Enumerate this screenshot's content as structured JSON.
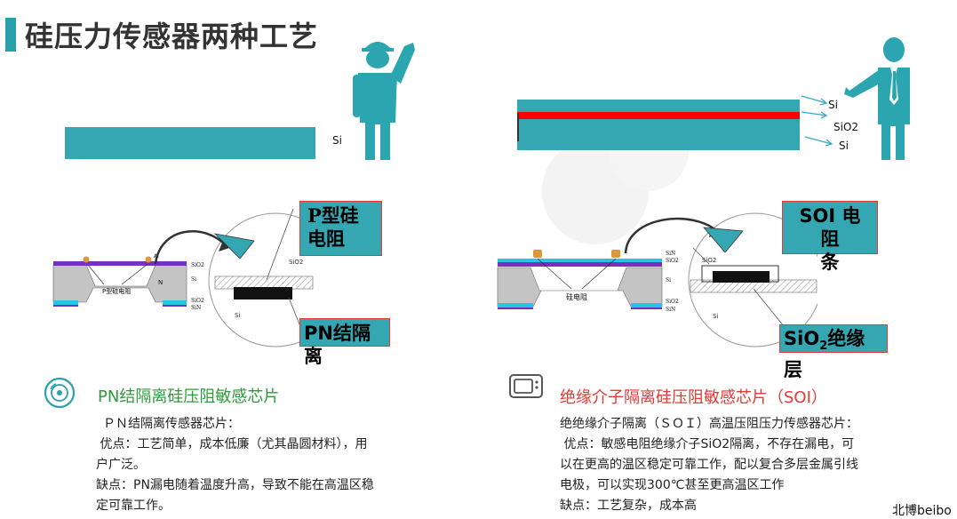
{
  "title": "硅压力传感器两种工艺",
  "left_top": {
    "si_label": "Si"
  },
  "right_top": {
    "si_top": "Si",
    "sio2": "SiO2",
    "si_bottom": "Si"
  },
  "left_diagram": {
    "layer_labels": [
      "SiO2",
      "Si",
      "SiO2",
      "SiN"
    ],
    "resistor_label": "P型硅电阻",
    "n_label": "N",
    "al_label": "Al",
    "zoom_sio2": "SiO2",
    "zoom_si": "Si",
    "callout_top": "P型硅\n电阻",
    "callout_bottom": "PN结隔离"
  },
  "right_diagram": {
    "layer_labels": [
      "SiN",
      "SiO2",
      "Si",
      "SiO2",
      "SiN"
    ],
    "resistor_label": "硅电阻",
    "zoom_sio2": "SiO2",
    "zoom_si": "Si",
    "callout_top": "SOI 电阻\n条",
    "callout_bottom_pre": "SiO",
    "callout_bottom_sub": "2",
    "callout_bottom_post": "绝缘层"
  },
  "left_section": {
    "heading": "PN结隔离硅压阻敏感芯片",
    "lines": [
      "ＰＮ结隔离传感器芯片：",
      " 优点：工艺简单，成本低廉（尤其晶圆材料），用",
      "户广泛。",
      "缺点：PN漏电随着温度升高，导致不能在高温区稳",
      "定可靠工作。"
    ]
  },
  "right_section": {
    "heading": "绝缘介子隔离硅压阻敏感芯片（SOI）",
    "lines": [
      "绝绝缘介子隔离（ＳＯＩ）高温压阻压力传感器芯片：",
      " 优点：敏感电阻绝缘介子SiO2隔离，不存在漏电，可",
      "以在更高的温区稳定可靠工作，配以复合多层金属引线",
      "电极，可以实现300℃甚至更高温区工作",
      "缺点：工艺复杂，成本高"
    ]
  },
  "credit": "北博beibo",
  "colors": {
    "teal": "#35a7b2",
    "red": "#ff0000",
    "green": "#2e9b3a",
    "accent_red": "#e53935",
    "purple": "#7b2fbf",
    "cyan": "#27c4e6"
  }
}
